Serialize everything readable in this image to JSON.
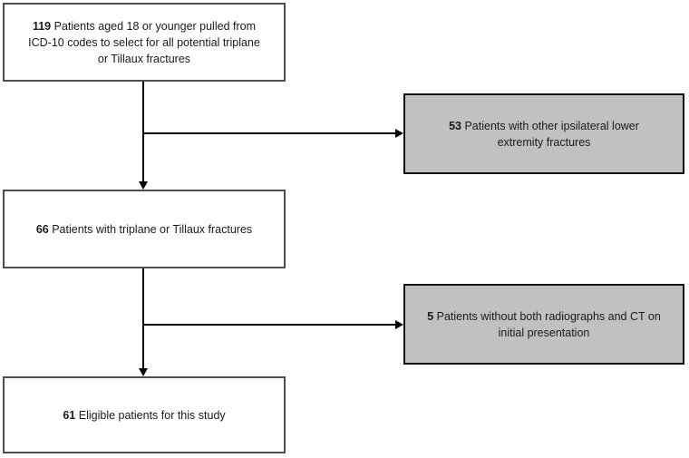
{
  "figure": {
    "type": "patient-selection-flow-diagram",
    "background": "#ffffff",
    "colors": {
      "white_box_bg": "#ffffff",
      "white_box_border": "#4d4d4d",
      "gray_box_bg": "#c1c1c1",
      "gray_box_border": "#111111",
      "arrow": "#000000",
      "text": "#1a1a1a"
    },
    "boxes": [
      {
        "id": "initial-cohort",
        "style": "white",
        "number": "119",
        "lines": [
          "Patients aged 18 or younger pulled from",
          "ICD-10 codes to select for all potential triplane",
          "or Tillaux fractures"
        ]
      },
      {
        "id": "excluded-ipsilateral-fractures",
        "style": "gray",
        "number": "53",
        "lines": [
          "Patients with other ipsilateral lower",
          "extremity fractures"
        ]
      },
      {
        "id": "triplane-tillaux-fractures",
        "style": "white",
        "number": "66",
        "lines": [
          "Patients with triplane or Tillaux fractures"
        ]
      },
      {
        "id": "excluded-missing-imaging",
        "style": "gray",
        "number": "5",
        "lines": [
          "Patients without both radiographs and CT on",
          "initial presentation"
        ]
      },
      {
        "id": "eligible-patients",
        "style": "white",
        "number": "61",
        "lines": [
          "Eligible patients for this study"
        ]
      }
    ]
  }
}
